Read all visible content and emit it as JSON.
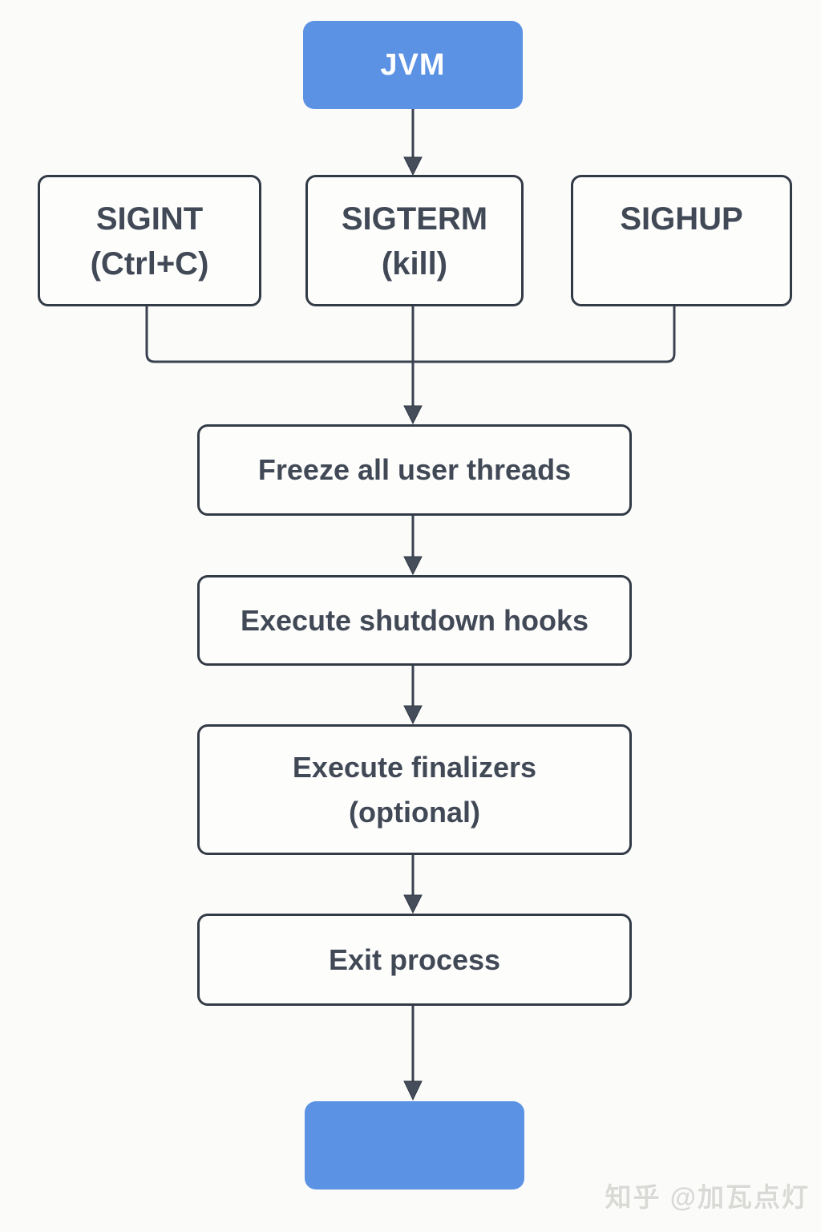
{
  "diagram": {
    "title_hint": "JVM shutdown flowchart",
    "colors": {
      "accent_blue": "#5b92e4",
      "box_border": "#323a46",
      "box_fill": "#fdfdfc",
      "text": "#414956",
      "arrow": "#3a4250",
      "background": "#fbfbfa"
    },
    "nodes": {
      "jvm": {
        "label": "JVM"
      },
      "sigint": {
        "line1": "SIGINT",
        "line2": "(Ctrl+C)"
      },
      "sigterm": {
        "line1": "SIGTERM",
        "line2": "(kill)"
      },
      "sighup": {
        "line1": "SIGHUP"
      },
      "freeze": {
        "label": "Freeze all user threads"
      },
      "hooks": {
        "label": "Execute shutdown hooks"
      },
      "finalizers": {
        "line1": "Execute finalizers",
        "line2": "(optional)"
      },
      "exit": {
        "label": "Exit process"
      },
      "end": {
        "label": ""
      }
    },
    "edges": [
      {
        "from": "jvm",
        "to": "sigterm"
      },
      {
        "from": "sigint",
        "to": "freeze"
      },
      {
        "from": "sigterm",
        "to": "freeze"
      },
      {
        "from": "sighup",
        "to": "freeze"
      },
      {
        "from": "freeze",
        "to": "hooks"
      },
      {
        "from": "hooks",
        "to": "finalizers"
      },
      {
        "from": "finalizers",
        "to": "exit"
      },
      {
        "from": "exit",
        "to": "end"
      }
    ]
  },
  "watermark": {
    "text": "知乎 @加瓦点灯"
  }
}
